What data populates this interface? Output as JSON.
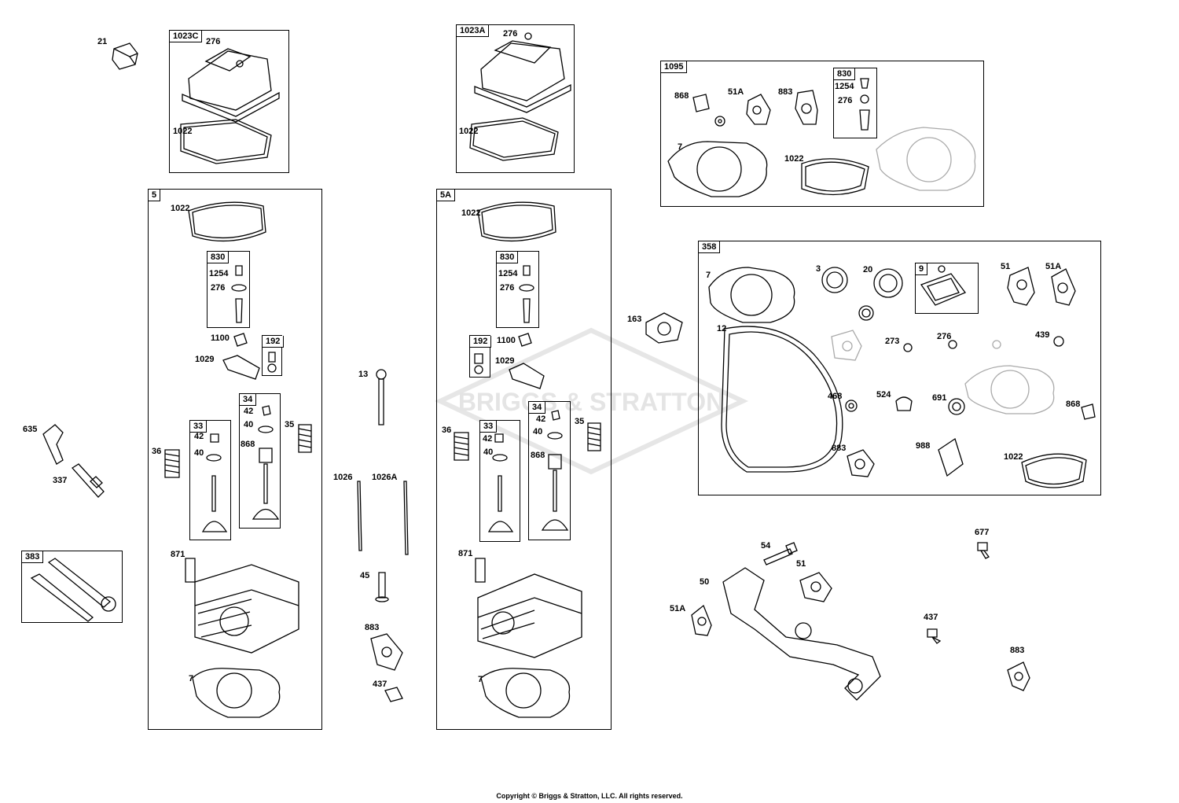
{
  "watermark": "BRIGGS & STRATTON",
  "copyright": "Copyright © Briggs & Stratton, LLC. All rights reserved.",
  "boxes": {
    "b1023C": "1023C",
    "b1023A": "1023A",
    "b1095": "1095",
    "b5": "5",
    "b5A": "5A",
    "b358": "358",
    "b383": "383",
    "b830a": "830",
    "b830b": "830",
    "b830c": "830",
    "b192a": "192",
    "b192b": "192",
    "b34a": "34",
    "b34b": "34",
    "b33a": "33",
    "b33b": "33",
    "b9": "9"
  },
  "labels": {
    "l21": "21",
    "l276a": "276",
    "l1022a": "1022",
    "l276b": "276",
    "l1022b": "1022",
    "l868a": "868",
    "l51Aa": "51A",
    "l883a": "883",
    "l1254a": "1254",
    "l276c": "276",
    "l7a": "7",
    "l1022c": "1022",
    "l1022d": "1022",
    "l1254b": "1254",
    "l276d": "276",
    "l1100a": "1100",
    "l1029a": "1029",
    "l42a": "42",
    "l40a": "40",
    "l868b": "868",
    "l35a": "35",
    "l36a": "36",
    "l42b": "42",
    "l40b": "40",
    "l871a": "871",
    "l7b": "7",
    "l13": "13",
    "l1026": "1026",
    "l1026A": "1026A",
    "l45": "45",
    "l883b": "883",
    "l437a": "437",
    "l1022e": "1022",
    "l1254c": "1254",
    "l276e": "276",
    "l1100b": "1100",
    "l1029b": "1029",
    "l42c": "42",
    "l40c": "40",
    "l868c": "868",
    "l35b": "35",
    "l36b": "36",
    "l42d": "42",
    "l40d": "40",
    "l871b": "871",
    "l7c": "7",
    "l635": "635",
    "l337": "337",
    "l163": "163",
    "l7d": "7",
    "l3": "3",
    "l20": "20",
    "l51a": "51",
    "l51Ab": "51A",
    "l12": "12",
    "l273": "273",
    "l276f": "276",
    "l439": "439",
    "l468": "468",
    "l524": "524",
    "l691": "691",
    "l868d": "868",
    "l883c": "883",
    "l988": "988",
    "l1022f": "1022",
    "l54": "54",
    "l51b": "51",
    "l50": "50",
    "l51Ac": "51A",
    "l677": "677",
    "l437b": "437",
    "l883d": "883"
  }
}
